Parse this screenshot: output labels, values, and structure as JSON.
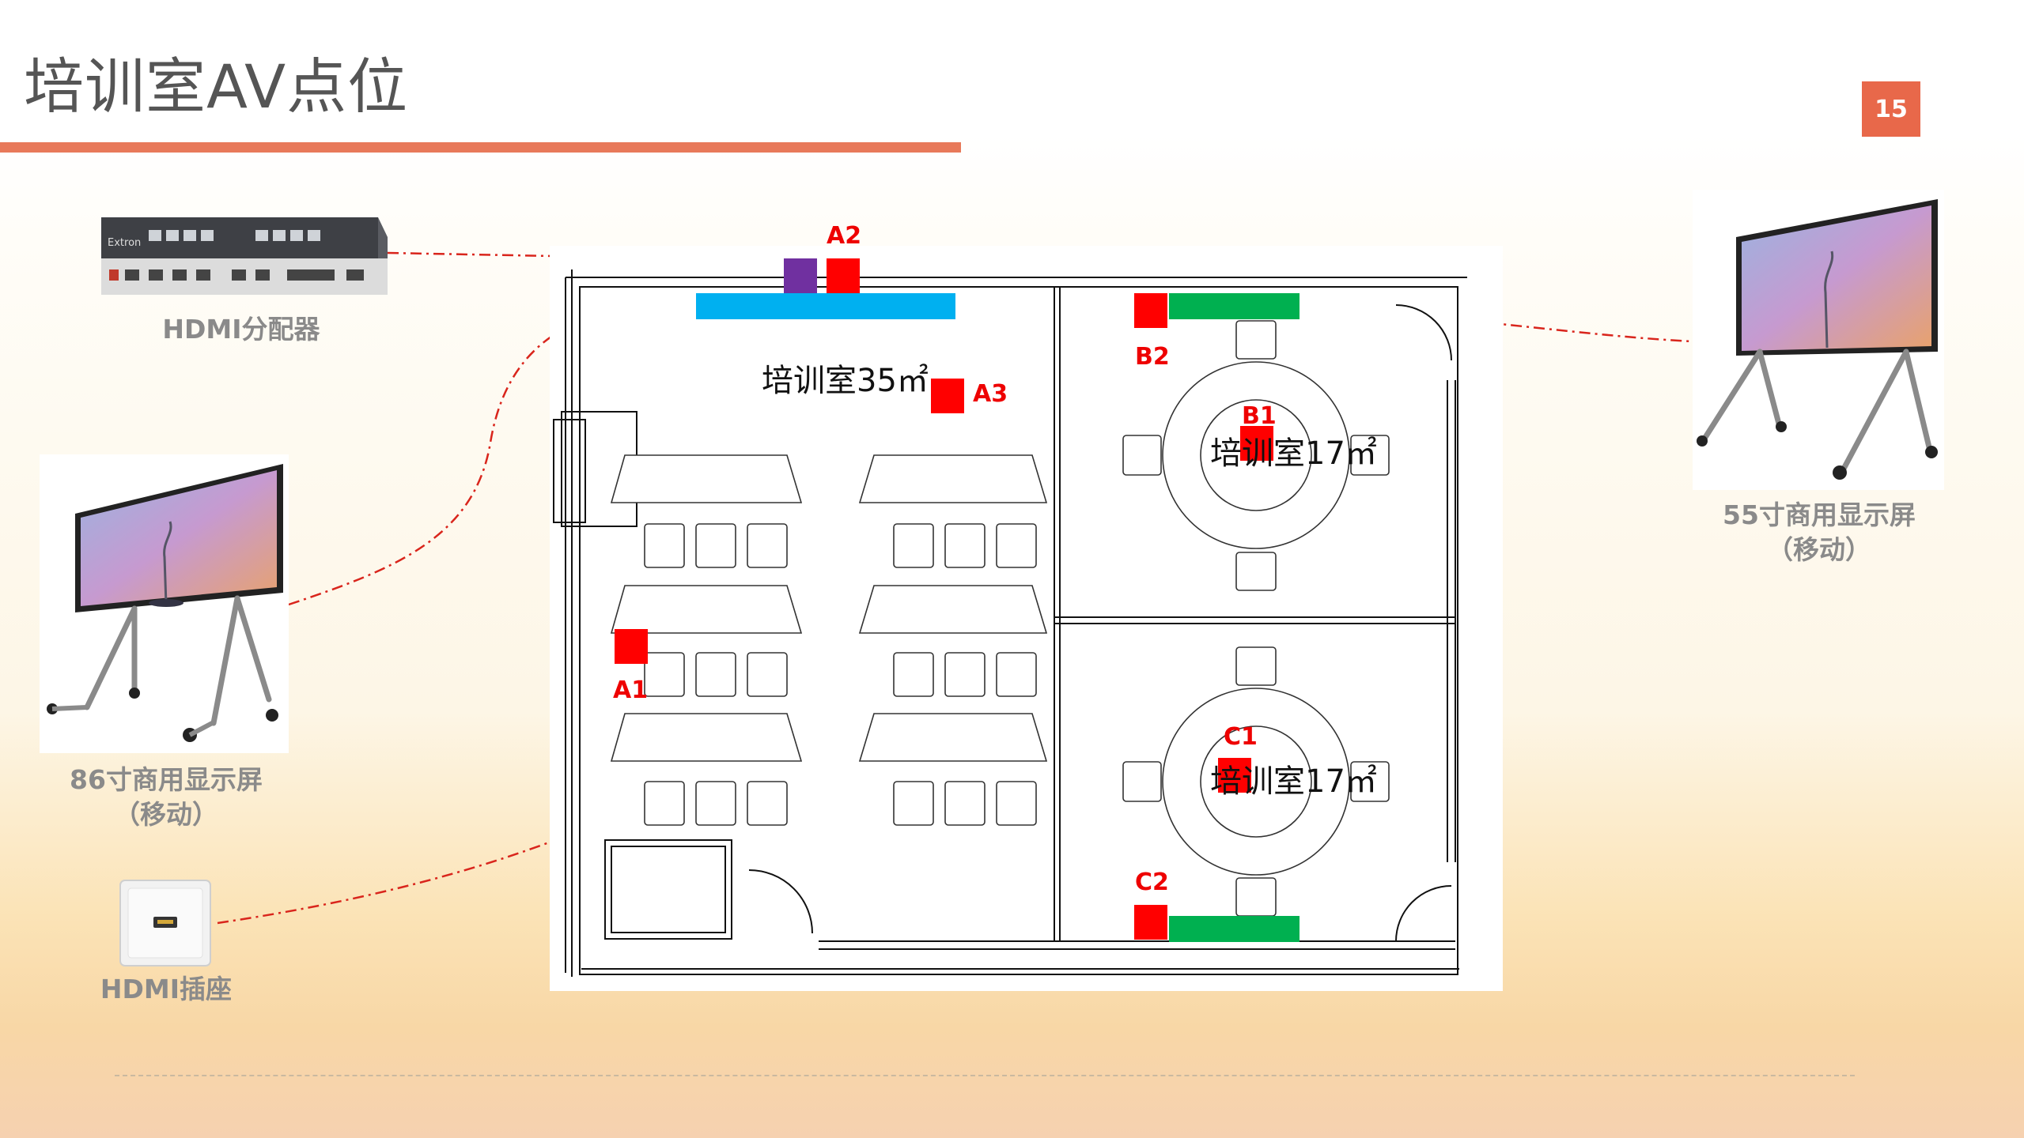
{
  "title": "培训室AV点位",
  "page_number": "15",
  "colors": {
    "accent": "#e8795a",
    "marker": "#ff0000",
    "screen_blue": "#00b0f0",
    "screen_green": "#00b050",
    "purple": "#7030a0",
    "link_line": "#d9251c"
  },
  "devices": {
    "hdmi_splitter": {
      "caption": "HDMI分配器",
      "brand": "Extron"
    },
    "display_86": {
      "caption_line1": "86寸商用显示屏",
      "caption_line2": "（移动）"
    },
    "display_55": {
      "caption_line1": "55寸商用显示屏",
      "caption_line2": "（移动）"
    },
    "hdmi_socket": {
      "caption": "HDMI插座"
    }
  },
  "floorplan": {
    "room_large": "培训室35㎡",
    "room_small_top": "培训室17㎡",
    "room_small_bottom": "培训室17㎡",
    "markers": {
      "a1": "A1",
      "a2": "A2",
      "a3": "A3",
      "b1": "B1",
      "b2": "B2",
      "c1": "C1",
      "c2": "C2"
    }
  }
}
